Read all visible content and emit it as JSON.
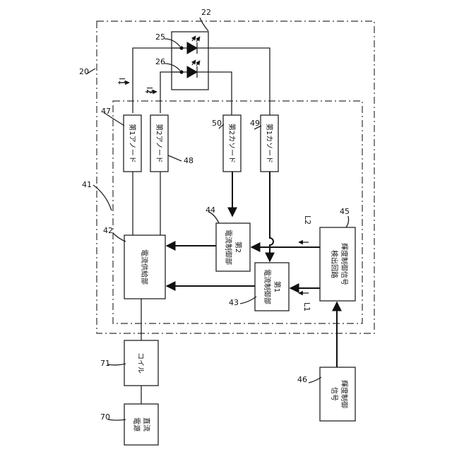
{
  "refs": {
    "r20": "20",
    "r22": "22",
    "r25": "25",
    "r26": "26",
    "r41": "41",
    "r42": "42",
    "r43": "43",
    "r44": "44",
    "r45": "45",
    "r46": "46",
    "r47": "47",
    "r48": "48",
    "r49": "49",
    "r50": "50",
    "r70": "70",
    "r71": "71"
  },
  "currents": {
    "i1": "I1",
    "i2": "I2",
    "l1": "L1",
    "l2": "L2"
  },
  "blocks": {
    "anode1": "第1アノード",
    "anode2": "第2アノード",
    "cathode2": "第2カソード",
    "cathode1": "第1カソード",
    "supply": "電流供給部",
    "ctrl2_l1": "第2",
    "ctrl2_l2": "電流制御部",
    "ctrl1_l1": "第1",
    "ctrl1_l2": "電流制御部",
    "detect_l1": "輝度制御信号",
    "detect_l2": "検出回路",
    "signal_l1": "輝度制御",
    "signal_l2": "信号",
    "coil": "コイル",
    "dc_l1": "直流",
    "dc_l2": "電源"
  }
}
